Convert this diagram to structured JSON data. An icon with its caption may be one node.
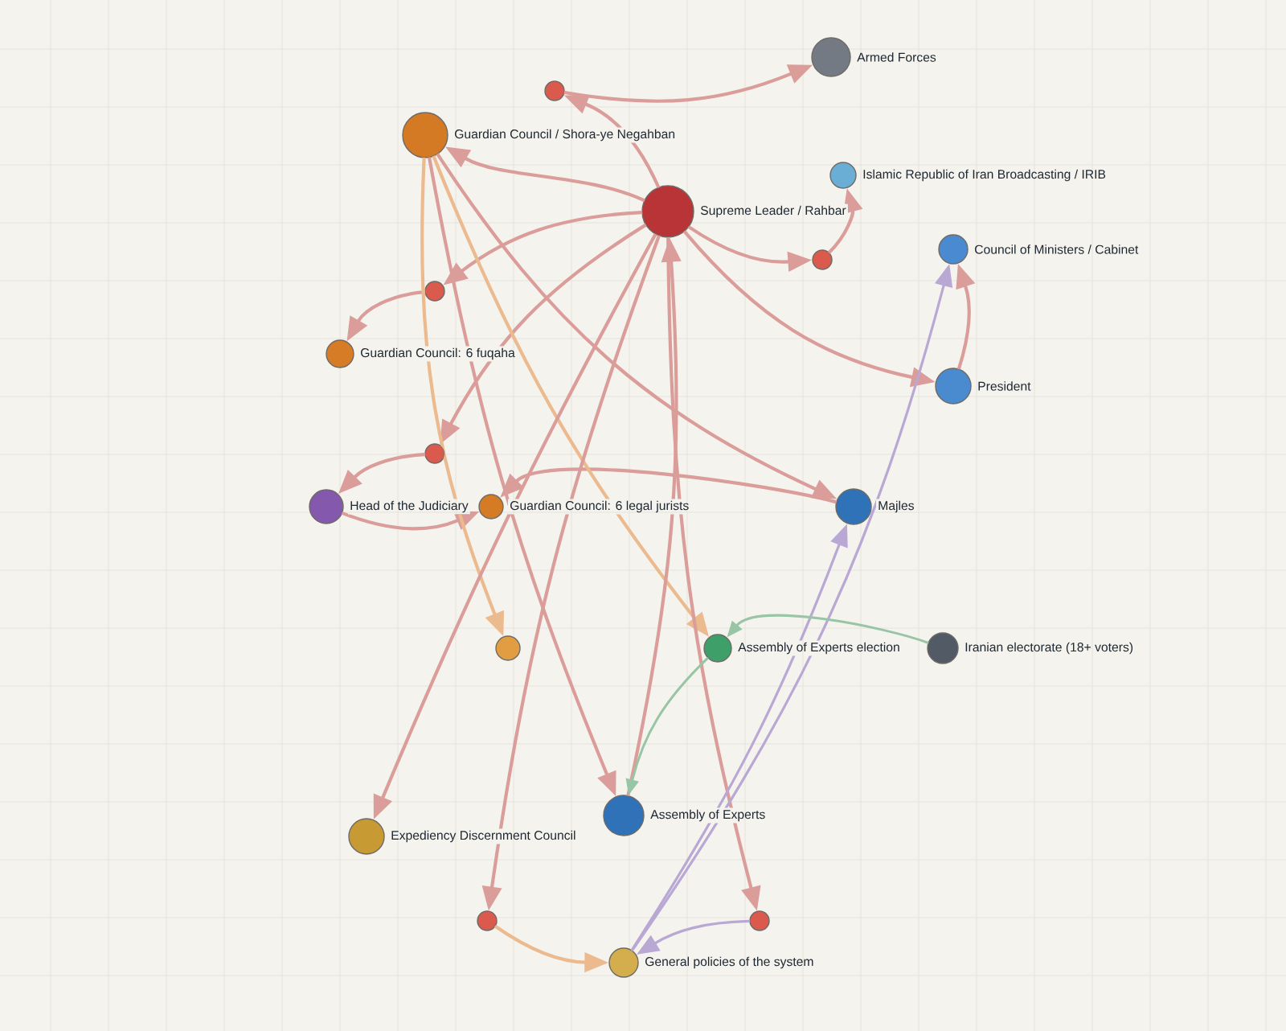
{
  "diagram": {
    "nodes": [
      {
        "text": [
          "Armed Forces"
        ]
      },
      {
        "text": [],
        "shape": "circle"
      },
      {
        "text": [
          "Guardian Council / Shora-ye Negahban"
        ]
      },
      {
        "text": [
          "Islamic Republic of Iran Broadcasting / IRIB"
        ]
      },
      {
        "text": [
          "Supreme Leader / Rahbar"
        ]
      },
      {
        "text": [
          "Council of Ministers / Cabinet"
        ]
      },
      {
        "text": [],
        "shape": "circle"
      },
      {
        "text": [],
        "shape": "circle"
      },
      {
        "text": [
          "Guardian Council: 6 fuqaha"
        ]
      },
      {
        "text": [
          "President"
        ]
      },
      {
        "text": [],
        "shape": "circle"
      },
      {
        "text": [
          "Head of the Judiciary"
        ]
      },
      {
        "text": [
          "Guardian Council: 6 legal jurists"
        ]
      },
      {
        "text": [
          "Majles"
        ]
      },
      {
        "text": [],
        "shape": "circle"
      },
      {
        "text": [
          "Assembly of Experts election"
        ]
      },
      {
        "text": [
          "Iranian electorate (18+ voters)"
        ]
      },
      {
        "text": [
          "Assembly of Experts"
        ]
      },
      {
        "text": [
          "Expediency Discernment Council"
        ]
      },
      {
        "text": [],
        "shape": "circle"
      },
      {
        "text": [],
        "shape": "circle"
      },
      {
        "text": [
          "General policies of the system"
        ]
      }
    ],
    "edges": [
      {
        "from": 4,
        "to": 1,
        "arrow": "to"
      },
      {
        "from": 1,
        "to": 0,
        "arrow": "to"
      },
      {
        "from": 4,
        "to": 2,
        "arrow": "to"
      },
      {
        "from": 4,
        "to": 7,
        "arrow": "to"
      },
      {
        "from": 7,
        "to": 8,
        "arrow": "to"
      },
      {
        "from": 4,
        "to": 10,
        "arrow": "to"
      },
      {
        "from": 10,
        "to": 11,
        "arrow": "to"
      },
      {
        "from": 11,
        "to": 12,
        "arrow": "to"
      },
      {
        "from": 13,
        "to": 12,
        "arrow": "to"
      },
      {
        "from": 4,
        "to": 6,
        "arrow": "to"
      },
      {
        "from": 6,
        "to": 3,
        "arrow": "to"
      },
      {
        "from": 4,
        "to": 9,
        "arrow": "to"
      },
      {
        "from": 9,
        "to": 5,
        "arrow": "to"
      },
      {
        "from": 2,
        "to": 13,
        "arrow": "to"
      },
      {
        "from": 2,
        "to": 17,
        "arrow": "to"
      },
      {
        "from": 2,
        "to": 14,
        "arrow": "to",
        "color": "#ebbb8f"
      },
      {
        "from": 2,
        "to": 15,
        "arrow": "to",
        "color": "#ebbb8f"
      },
      {
        "from": 4,
        "to": 18,
        "arrow": "to"
      },
      {
        "from": 4,
        "to": 19,
        "arrow": "to"
      },
      {
        "from": 4,
        "to": 20,
        "arrow": "to"
      },
      {
        "from": 17,
        "to": 4,
        "arrow": "to"
      },
      {
        "from": 19,
        "to": 21,
        "arrow": "to",
        "color": "#ebbb8f"
      },
      {
        "from": 20,
        "to": 21,
        "arrow": "to",
        "color": "#b9a7d4"
      },
      {
        "from": 21,
        "to": 13,
        "arrow": "to",
        "color": "#b9a7d4"
      },
      {
        "from": 21,
        "to": 5,
        "arrow": "to",
        "color": "#b9a7d4"
      },
      {
        "from": 15,
        "to": 17,
        "arrow": "to",
        "color": "#98c5a6"
      },
      {
        "from": 16,
        "to": 15,
        "arrow": "to",
        "color": "#98c5a6"
      }
    ]
  }
}
